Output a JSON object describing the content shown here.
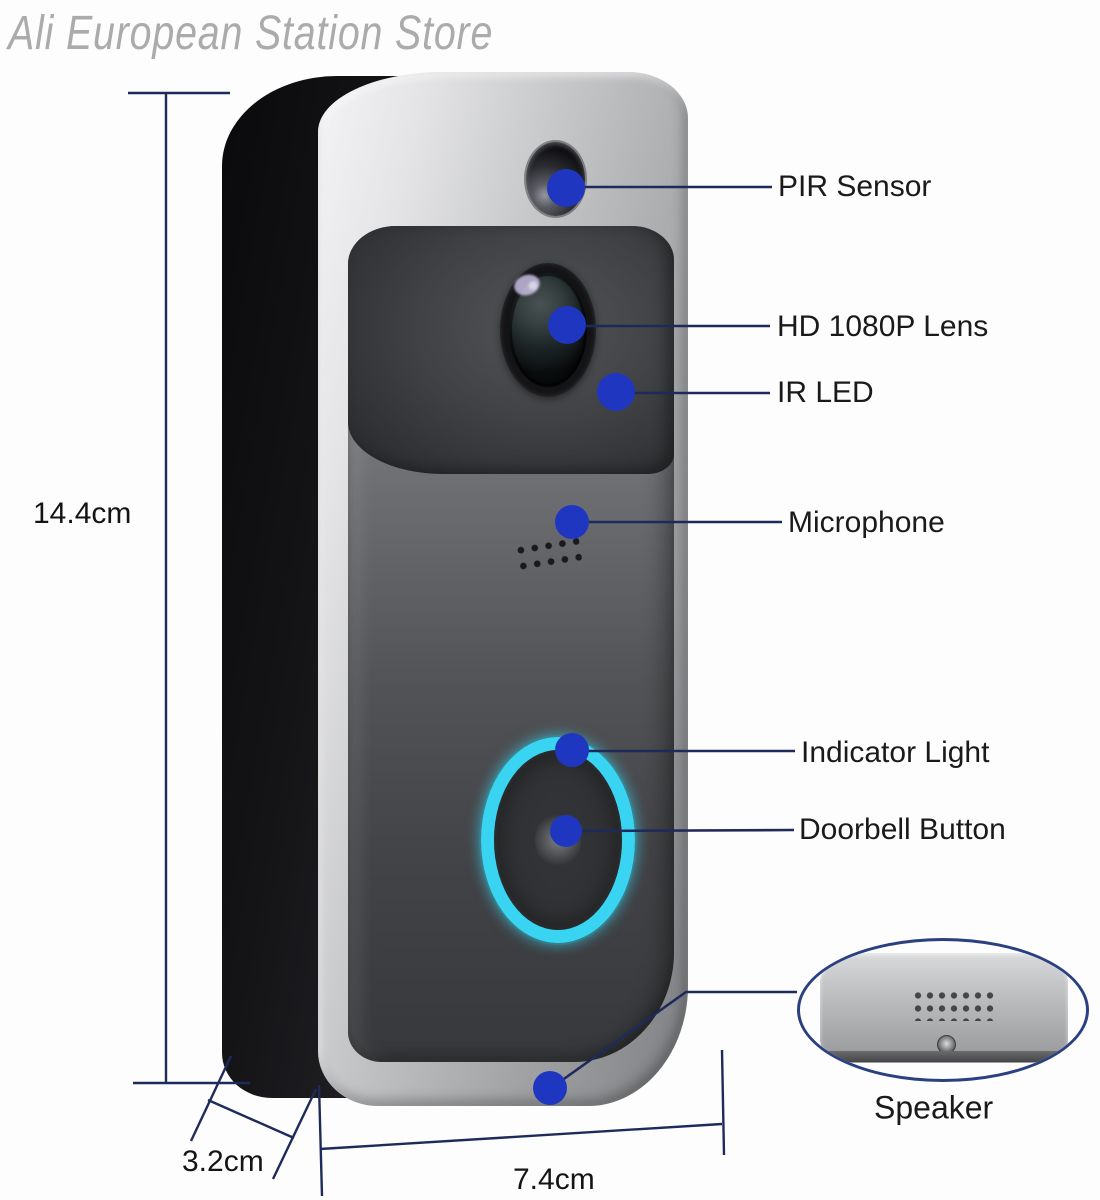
{
  "watermark": "Ali European Station Store",
  "callouts": {
    "pir": "PIR Sensor",
    "lens": "HD 1080P Lens",
    "ir_led": "IR LED",
    "microphone": "Microphone",
    "indicator": "Indicator Light",
    "doorbell": "Doorbell Button",
    "speaker": "Speaker"
  },
  "dimensions": {
    "height": "14.4cm",
    "depth": "3.2cm",
    "width": "7.4cm"
  },
  "colors": {
    "marker_blue": "#1f37c0",
    "line_navy": "#1e2a5a",
    "ring_cyan": "#38d4f2",
    "ellipse_navy": "#2a4080"
  }
}
